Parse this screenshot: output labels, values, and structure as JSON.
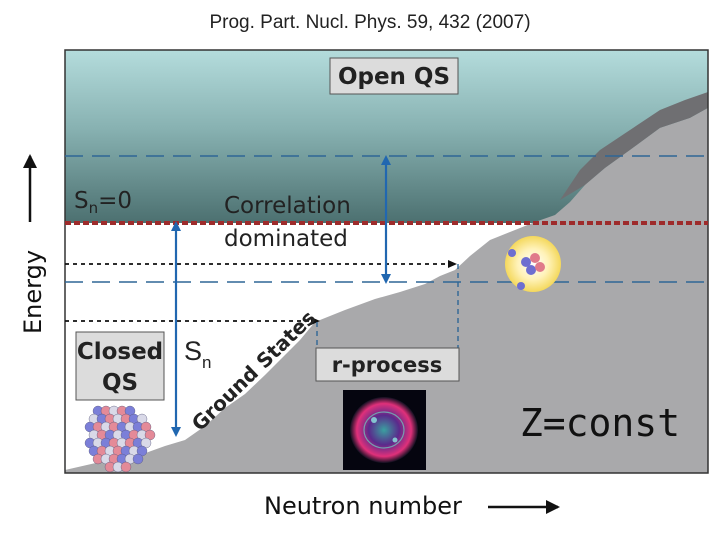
{
  "citation": "Prog. Part. Nucl. Phys. 59, 432 (2007)",
  "open_qs": "Open QS",
  "sn0_main": "S",
  "sn0_sub": "n",
  "sn0_rest": "=0",
  "correlation_line1": "Correlation",
  "correlation_line2": "dominated",
  "closed_qs_line1": "Closed",
  "closed_qs_line2": "QS",
  "sn_main": "S",
  "sn_sub": "n",
  "ground_states": "Ground States",
  "r_process": "r-process",
  "z_const": "Z=const",
  "y_axis": "Energy",
  "x_axis": "Neutron number",
  "colors": {
    "sky_top": "#b2d9d9",
    "sky_bottom": "#4f7474",
    "ground": "#a9a9ab",
    "dashed_blue": "#2f6796",
    "arrow_blue": "#2167b0",
    "threshold_red": "#9e2b2b"
  },
  "icons": [
    "nucleus-cluster-icon",
    "halo-nucleus-icon",
    "supernova-remnant-image"
  ]
}
